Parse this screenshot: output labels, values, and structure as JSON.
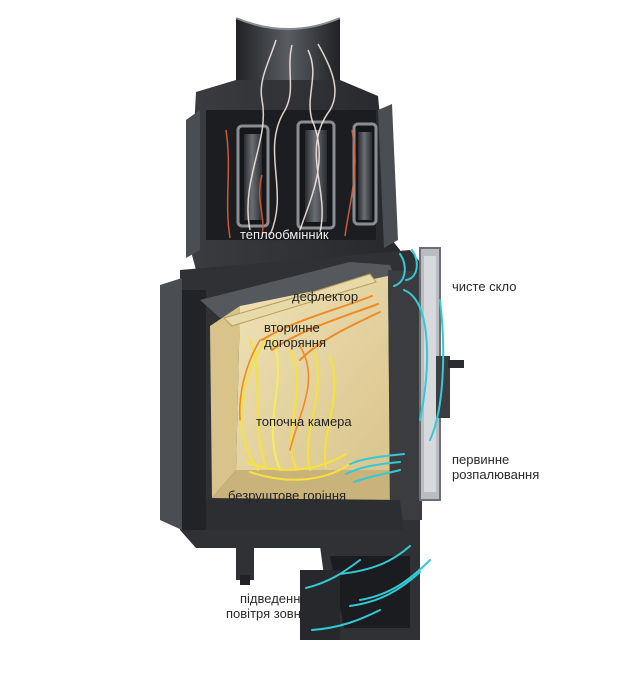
{
  "labels": {
    "heat_exchanger": "теплообмінник",
    "deflector": "дефлектор",
    "secondary_afterburn_1": "вторинне",
    "secondary_afterburn_2": "догоряння",
    "firebox": "топочна камера",
    "gratelss_burning": "безруштове горіння",
    "clean_glass": "чисте скло",
    "primary_ignition_1": "первинне",
    "primary_ignition_2": "розпалювання",
    "outside_air_1": "підведення",
    "outside_air_2": "повітря зовні"
  },
  "colors": {
    "body_dark": "#2b2d31",
    "body_mid": "#4a4d52",
    "lining": "#e8d9a8",
    "lining_shadow": "#c9b37a",
    "flame_yellow": "#f5e23a",
    "flame_orange": "#f08a24",
    "air_cyan": "#33c9d6",
    "smoke": "#f3e7e0"
  }
}
